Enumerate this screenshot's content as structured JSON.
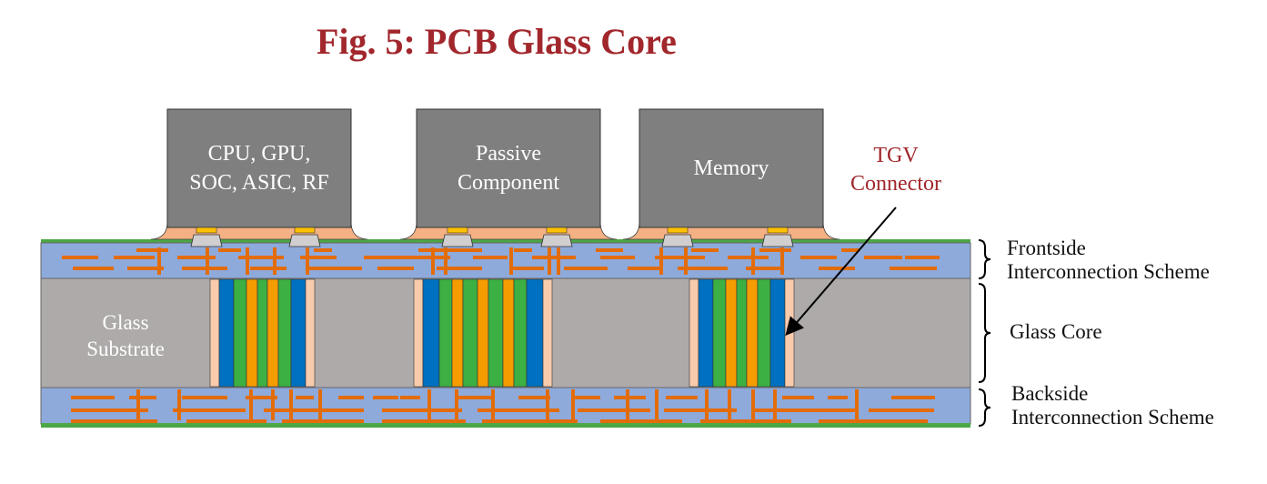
{
  "title": "Fig. 5: PCB Glass Core",
  "components": [
    {
      "label": "CPU, GPU,\nSOC, ASIC, RF"
    },
    {
      "label": "Passive\nComponent"
    },
    {
      "label": "Memory"
    }
  ],
  "glass_substrate_label": "Glass\nSubstrate",
  "tgv_label": {
    "line1": "TGV",
    "line2": "Connector"
  },
  "layers": [
    {
      "line1": "Frontside",
      "line2": "Interconnection Scheme"
    },
    {
      "line1": "Glass Core",
      "line2": ""
    },
    {
      "line1": "Backside",
      "line2": "Interconnection Scheme"
    }
  ],
  "colors": {
    "title": "#a1272c",
    "component": "#7f7f7f",
    "underfill": "#f4b183",
    "bump": "#ffc000",
    "pad": "#d0cece",
    "rdl": "#8eaadb",
    "trace": "#e36c0a",
    "surface": "#4ca745",
    "glass": "#aeaaaa",
    "via_blue": "#0070c0",
    "via_green": "#3cb043",
    "via_orange": "#f59c00",
    "via_liner": "#f8cbad"
  }
}
